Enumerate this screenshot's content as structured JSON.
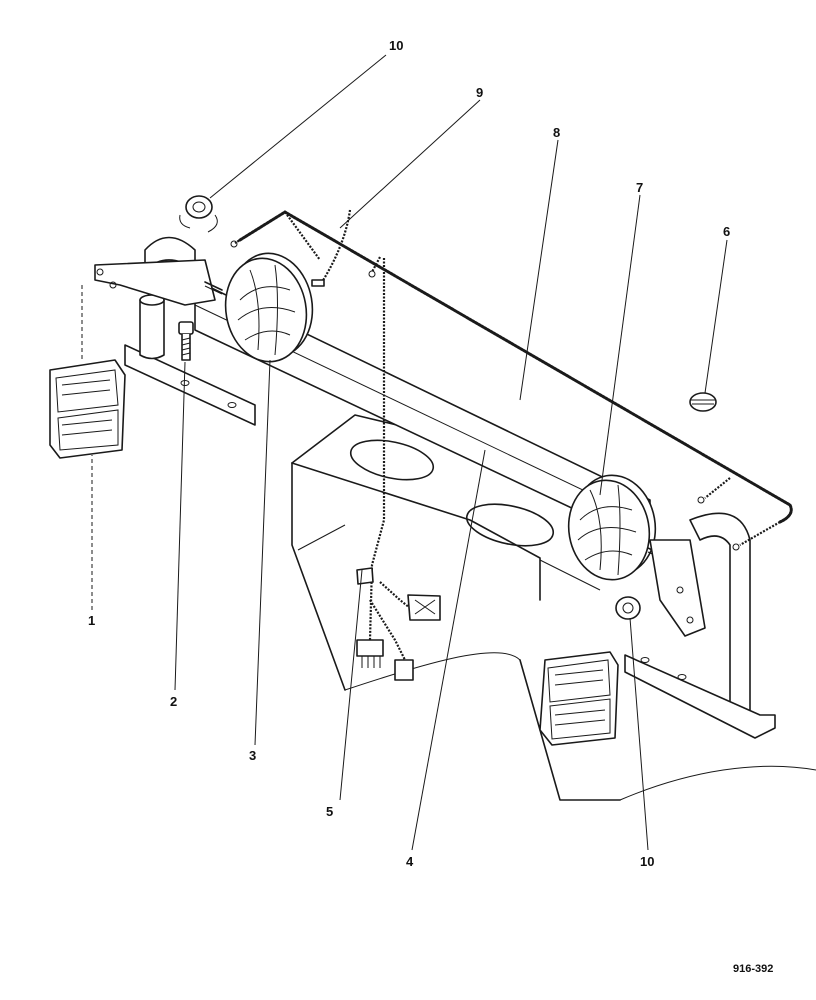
{
  "figure_code": "916-392",
  "callouts": {
    "c1": "1",
    "c2": "2",
    "c3": "3",
    "c4": "4",
    "c5": "5",
    "c6": "6",
    "c7": "7",
    "c8": "8",
    "c9": "9",
    "c10_top": "10",
    "c10_bottom": "10"
  }
}
